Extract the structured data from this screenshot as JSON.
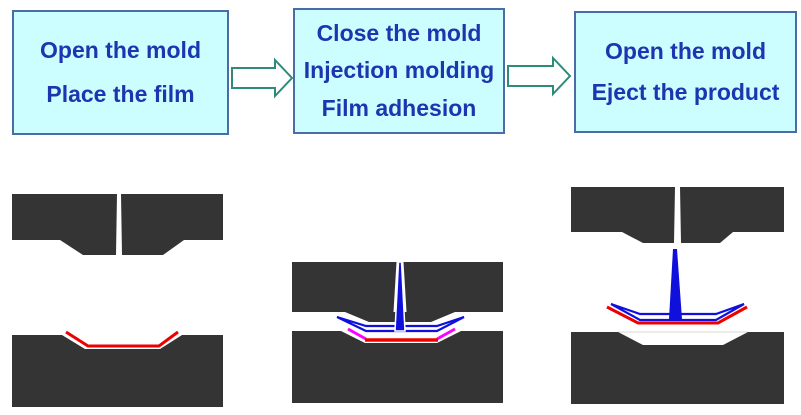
{
  "flowchart": {
    "steps": [
      {
        "lines": [
          "Open the mold",
          "Place the film"
        ]
      },
      {
        "lines": [
          "Close the mold",
          "Injection molding",
          "Film adhesion"
        ]
      },
      {
        "lines": [
          "Open the mold",
          "Eject the product"
        ]
      }
    ]
  },
  "colors": {
    "box_fill": "#ccfdff",
    "box_border": "#4a6da7",
    "text_blue": "#1e35b0",
    "arrow_outline": "#2e8b7a",
    "arrow_fill": "#ffffff",
    "mold_gray": "#343434",
    "film_red": "#ee0000",
    "film_heated_magenta": "#ff00ff",
    "plastic_blue": "#1010dd",
    "part_inner": "#ffffff",
    "cavity_line": "#ded9d2"
  }
}
